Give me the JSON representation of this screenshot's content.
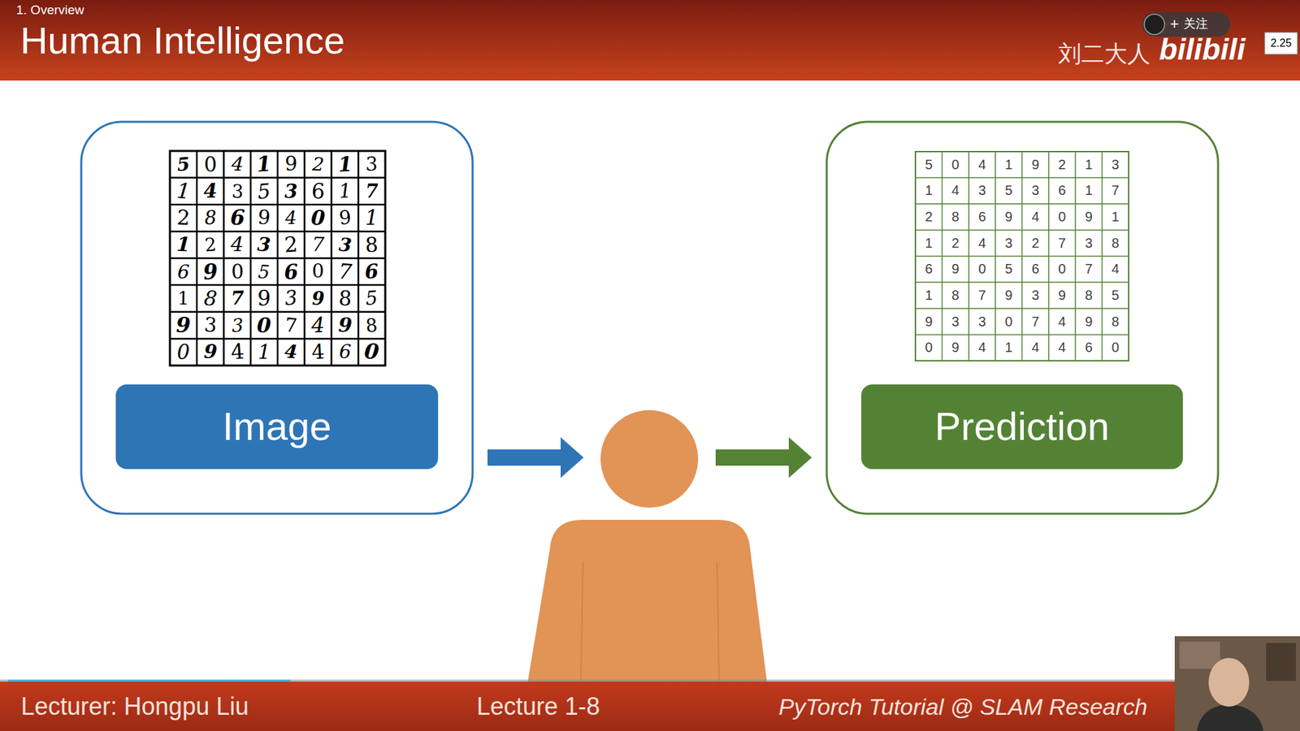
{
  "diagram": {
    "title": "Human Intelligence",
    "nodes": [
      {
        "text": [
          "Image"
        ]
      },
      {
        "text": [
          "Prediction"
        ]
      }
    ],
    "labels": [
      "1. Overview",
      "刘二大人",
      "bilibili",
      "+ 关注",
      "2.25",
      "5",
      "0",
      "4",
      "1",
      "9",
      "2",
      "1",
      "3",
      "1",
      "4",
      "3",
      "5",
      "3",
      "6",
      "1",
      "7",
      "2",
      "8",
      "6",
      "9",
      "4",
      "0",
      "9",
      "1",
      "1",
      "2",
      "4",
      "3",
      "2",
      "7",
      "3",
      "8",
      "6",
      "9",
      "0",
      "5",
      "6",
      "0",
      "7",
      "6",
      "1",
      "8",
      "7",
      "9",
      "3",
      "9",
      "8",
      "5",
      "9",
      "3",
      "3",
      "0",
      "7",
      "4",
      "9",
      "8",
      "0",
      "9",
      "4",
      "1",
      "4",
      "4",
      "6",
      "0",
      "5",
      "0",
      "4",
      "1",
      "9",
      "2",
      "1",
      "3",
      "1",
      "4",
      "3",
      "5",
      "3",
      "6",
      "1",
      "7",
      "2",
      "8",
      "6",
      "9",
      "4",
      "0",
      "9",
      "1",
      "1",
      "2",
      "4",
      "3",
      "2",
      "7",
      "3",
      "8",
      "6",
      "9",
      "0",
      "5",
      "6",
      "0",
      "7",
      "4",
      "1",
      "8",
      "7",
      "9",
      "3",
      "9",
      "8",
      "5",
      "9",
      "3",
      "3",
      "0",
      "7",
      "4",
      "9",
      "8",
      "0",
      "9",
      "4",
      "1",
      "4",
      "4",
      "6",
      "0",
      "Lecturer: Hongpu Liu",
      "Lecture 1-8",
      "PyTorch Tutorial @ SLAM Research"
    ]
  }
}
